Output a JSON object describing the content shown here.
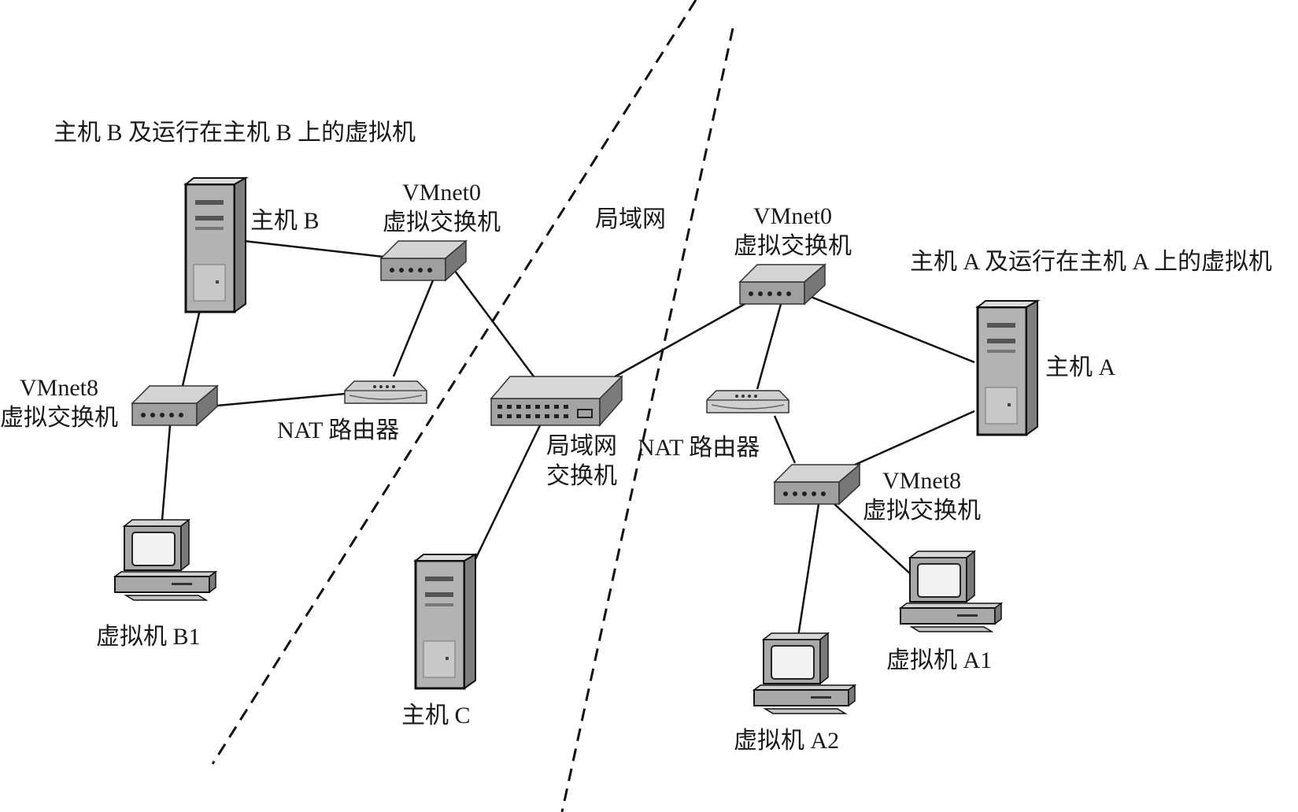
{
  "groups": {
    "host_b_group": "主机 B 及运行在主机 B 上的虚拟机",
    "host_a_group": "主机 A 及运行在主机 A 上的虚拟机",
    "lan": "局域网"
  },
  "nodes": {
    "host_b": "主机 B",
    "host_a": "主机 A",
    "host_c": "主机 C",
    "vmnet0_b": {
      "line1": "VMnet0",
      "line2": "虚拟交换机"
    },
    "vmnet8_b": {
      "line1": "VMnet8",
      "line2": "虚拟交换机"
    },
    "nat_b": "NAT 路由器",
    "vm_b1": "虚拟机 B1",
    "lan_switch": {
      "line1": "局域网",
      "line2": "交换机"
    },
    "vmnet0_a": {
      "line1": "VMnet0",
      "line2": "虚拟交换机"
    },
    "vmnet8_a": {
      "line1": "VMnet8",
      "line2": "虚拟交换机"
    },
    "nat_a": "NAT 路由器",
    "vm_a1": "虚拟机 A1",
    "vm_a2": "虚拟机 A2"
  },
  "colors": {
    "device_front": "#a9a9a9",
    "device_top": "#d6d6d6",
    "device_side": "#7a7a7a",
    "line": "#111111"
  }
}
